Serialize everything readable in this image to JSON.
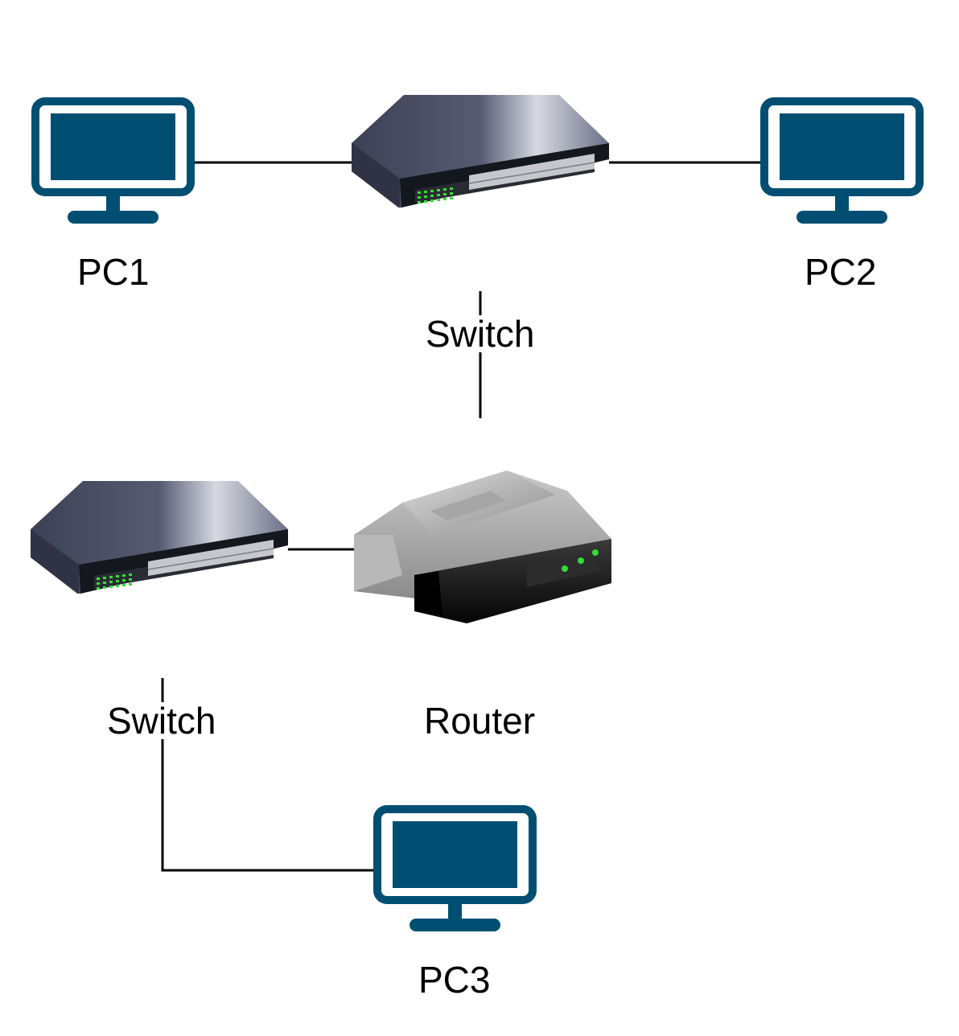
{
  "nodes": {
    "pc1": {
      "label": "PC1",
      "icon": "monitor-icon"
    },
    "pc2": {
      "label": "PC2",
      "icon": "monitor-icon"
    },
    "pc3": {
      "label": "PC3",
      "icon": "monitor-icon"
    },
    "switch1": {
      "label": "Switch",
      "icon": "network-switch-icon"
    },
    "switch2": {
      "label": "Switch",
      "icon": "network-switch-icon"
    },
    "router": {
      "label": "Router",
      "icon": "router-icon"
    }
  },
  "connections": [
    {
      "from": "pc1",
      "to": "switch1"
    },
    {
      "from": "switch1",
      "to": "pc2"
    },
    {
      "from": "switch1",
      "to": "router"
    },
    {
      "from": "switch2",
      "to": "router"
    },
    {
      "from": "switch2",
      "to": "pc3"
    }
  ],
  "colors": {
    "monitor": "#004f73",
    "line": "#000000",
    "led_green": "#33dd33",
    "switch_body": "#4a4f63",
    "router_body": "#1a1a1a"
  }
}
